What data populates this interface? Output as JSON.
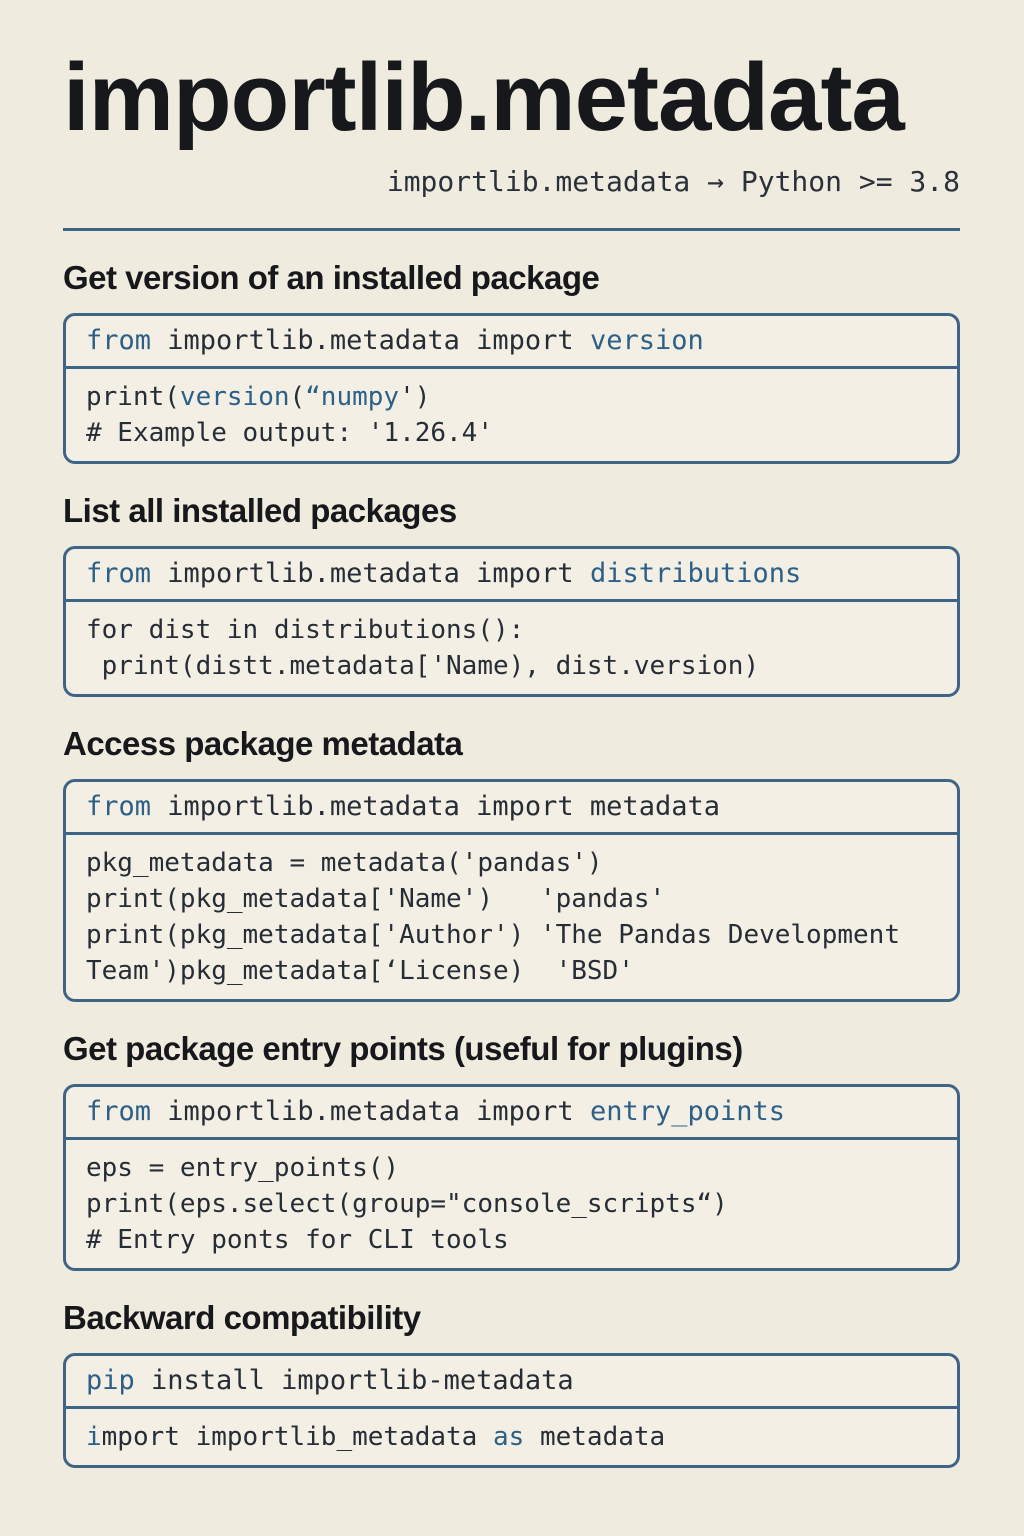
{
  "colors": {
    "page_bg": "#f0ebdf",
    "box_bg": "#f3efe4",
    "border": "#3e6586",
    "keyword": "#2d6088",
    "code": "#272d36",
    "heading": "#16181c",
    "subtitle": "#2a313b"
  },
  "header": {
    "title": "importlib.metadata",
    "subtitle": "importlib.metadata → Python >= 3.8"
  },
  "sections": [
    {
      "heading": "Get version of an installed package",
      "header_line": [
        [
          "k",
          "from"
        ],
        [
          "p",
          " importlib.metadata import "
        ],
        [
          "k",
          "version"
        ]
      ],
      "body": [
        [
          [
            "p",
            "print("
          ],
          [
            "k",
            "version"
          ],
          [
            "p",
            "("
          ],
          [
            "k",
            "“numpy"
          ],
          [
            "p",
            "')"
          ]
        ],
        [
          [
            "p",
            "# Example output: '1.26.4'"
          ]
        ]
      ]
    },
    {
      "heading": "List all installed packages",
      "header_line": [
        [
          "k",
          "from"
        ],
        [
          "p",
          " importlib.metadata import "
        ],
        [
          "k",
          "distributions"
        ]
      ],
      "body": [
        [
          [
            "p",
            "for dist in distributions():"
          ]
        ],
        [
          [
            "p",
            " print(distt.metadata['Name), dist.version)"
          ]
        ]
      ]
    },
    {
      "heading": "Access package metadata",
      "header_line": [
        [
          "k",
          "from"
        ],
        [
          "p",
          " importlib.metadata import metadata"
        ]
      ],
      "body": [
        [
          [
            "p",
            "pkg_metadata = metadata('pandas')"
          ]
        ],
        [
          [
            "p",
            "print(pkg_metadata['Name')   'pandas'"
          ]
        ],
        [
          [
            "p",
            "print(pkg_metadata['Author') 'The Pandas Development"
          ]
        ],
        [
          [
            "p",
            "Team')pkg_metadata[‘License)  'BSD'"
          ]
        ]
      ]
    },
    {
      "heading": "Get package entry points (useful for plugins)",
      "header_line": [
        [
          "k",
          "from"
        ],
        [
          "p",
          " importlib.metadata import "
        ],
        [
          "k",
          "entry_points"
        ]
      ],
      "body": [
        [
          [
            "p",
            "eps = entry_points()"
          ]
        ],
        [
          [
            "p",
            "print(eps.select(group=\"console_scripts“)"
          ]
        ],
        [
          [
            "p",
            "# Entry ponts for CLI tools"
          ]
        ]
      ]
    },
    {
      "heading": "Backward compatibility",
      "header_line": [
        [
          "k",
          "pip"
        ],
        [
          "p",
          " install importlib-metadata"
        ]
      ],
      "body": [
        [
          [
            "k",
            "i"
          ],
          [
            "p",
            "mport importlib_metadata "
          ],
          [
            "k",
            "as"
          ],
          [
            "p",
            " metadata"
          ]
        ]
      ]
    }
  ]
}
